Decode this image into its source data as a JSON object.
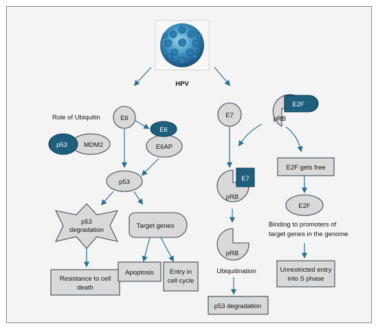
{
  "virus_label": "HPV",
  "role_label": "Role of Ubiquitin",
  "left": {
    "e6": "E6",
    "e6_small": "E6",
    "e6ap": "E6AP",
    "p53_dark": "p53",
    "mdm2": "MDM2",
    "p53": "p53",
    "degradation_l1": "p53",
    "degradation_l2": "degradation",
    "target_genes": "Target genes",
    "resistance_l1": "Resistance to cell",
    "resistance_l2": "death",
    "apoptosis": "Apoptosis",
    "entry_l1": "Entry in",
    "entry_l2": "cell cycle"
  },
  "right": {
    "e7": "E7",
    "e2f_dark": "E2F",
    "prb_top": "pRB",
    "e7_small": "E7",
    "prb_mid": "pRB",
    "prb_low": "pRB",
    "ubiquitination": "Ubiquitination",
    "p53_degradation": "p53 degradation",
    "e2f_free": "E2F gets free",
    "e2f": "E2F",
    "binding_l1": "Binding to promoters of",
    "binding_l2": "target genes in the genome",
    "unrestricted_l1": "Unrestricted entry",
    "unrestricted_l2": "into S phase"
  },
  "colors": {
    "accent": "#1d5f7c",
    "shape_fill": "#d9d9d9",
    "arrow": "#2b6f8f"
  }
}
